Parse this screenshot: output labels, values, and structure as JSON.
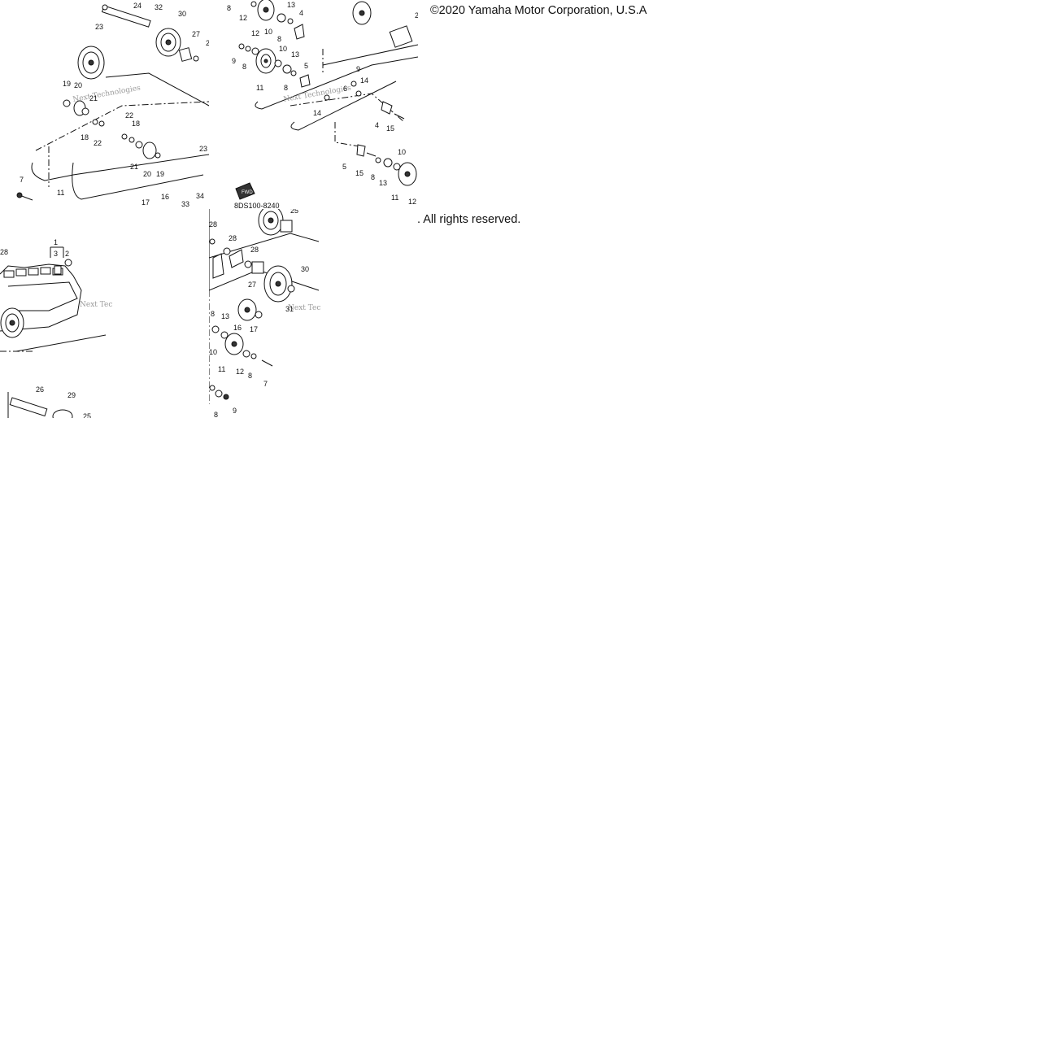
{
  "copyright": {
    "line1": "©2020 Yamaha Motor Corporation, U.S.A",
    "line2": ". All rights reserved."
  },
  "diagram": {
    "part_code": "8DS100-8240",
    "fwd_label": "FWD",
    "watermark": "Next Technologies",
    "watermark_short": "Next Tec",
    "tile1_callouts": [
      "24",
      "32",
      "30",
      "23",
      "27",
      "19",
      "20",
      "21",
      "18",
      "22",
      "22",
      "18",
      "21",
      "20",
      "19",
      "23",
      "7",
      "11",
      "17",
      "16",
      "33",
      "34",
      "2"
    ],
    "tile2_callouts": [
      "8",
      "12",
      "13",
      "4",
      "10",
      "8",
      "12",
      "9",
      "8",
      "10",
      "13",
      "11",
      "5",
      "8",
      "9",
      "6",
      "14",
      "14",
      "4",
      "15",
      "10",
      "5",
      "15",
      "8",
      "13",
      "11",
      "12",
      "2"
    ],
    "tile3_callouts": [
      "28",
      "1",
      "3",
      "2",
      "26",
      "29",
      "25"
    ],
    "tile4_callouts": [
      "28",
      "28",
      "28",
      "25",
      "30",
      "27",
      "31",
      "8",
      "13",
      "16",
      "17",
      "10",
      "11",
      "12",
      "8",
      "7",
      "8",
      "9"
    ]
  }
}
